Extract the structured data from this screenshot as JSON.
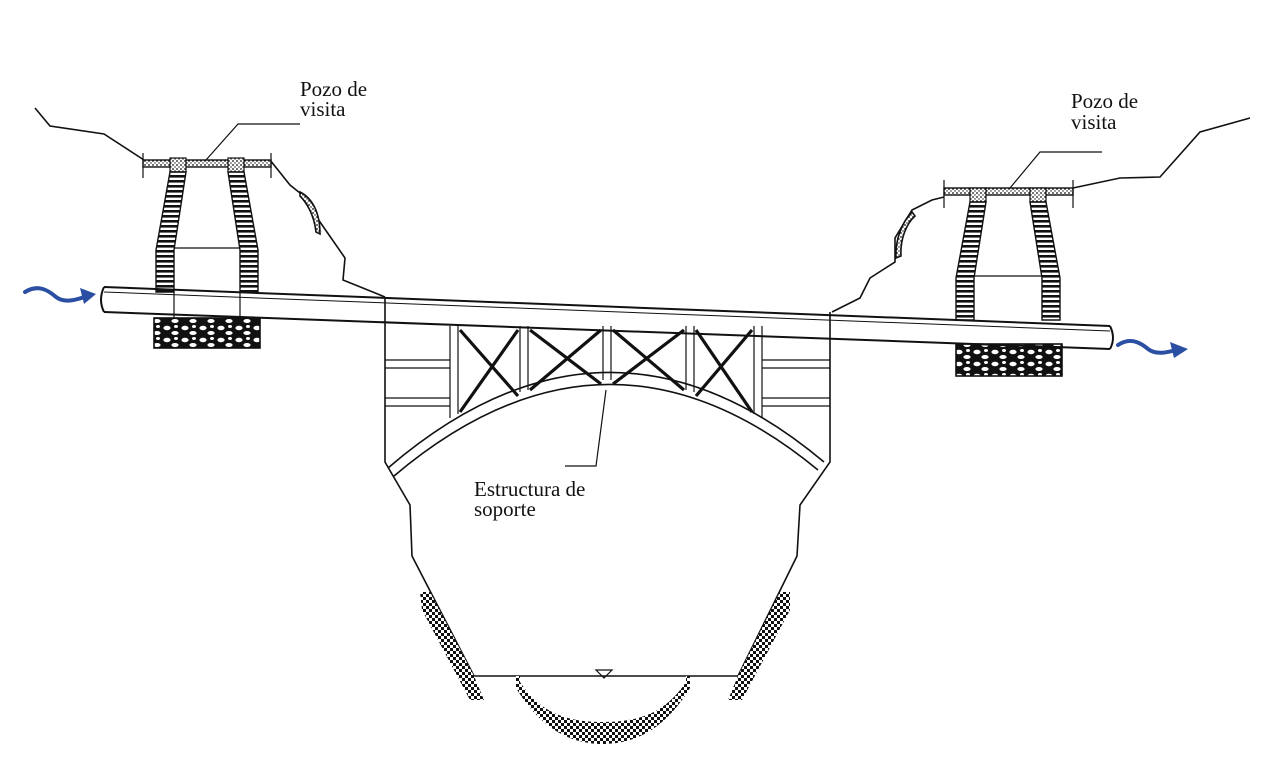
{
  "labels": {
    "manhole_left_line1": "Pozo de",
    "manhole_left_line2": "visita",
    "manhole_right_line1": "Pozo de",
    "manhole_right_line2": "visita",
    "support_line1": "Estructura de",
    "support_line2": "soporte"
  },
  "colors": {
    "line": "#111111",
    "flow_arrow": "#2b4fa2",
    "background": "#ffffff"
  },
  "icons": {
    "flow_in": "flow-arrow-right-icon",
    "flow_out": "flow-arrow-right-icon"
  }
}
